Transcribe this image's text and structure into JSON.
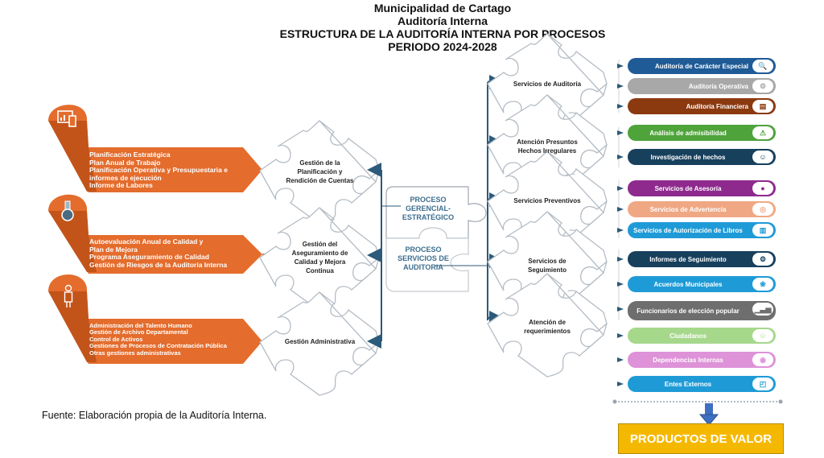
{
  "header": {
    "line1": "Municipalidad de Cartago",
    "line2": "Auditoría Interna",
    "line3": "ESTRUCTURA DE LA AUDITORÍA INTERNA POR PROCESOS",
    "line4": "PERIODO 2024-2028"
  },
  "left_groups": [
    {
      "icon": "dashboard-devices-icon",
      "items": [
        "Planificación Estratégica",
        "Plan Anual de Trabajo",
        "Planificación Operativa y Presupuestaria e",
        "informes de ejecución",
        "Informe de Labores"
      ]
    },
    {
      "icon": "medal-icon",
      "items": [
        "Autoevaluación Anual de Calidad y",
        "Plan de Mejora",
        "Programa Aseguramiento de Calidad",
        "Gestión de Riesgos de la Auditoría Interna"
      ]
    },
    {
      "icon": "person-icon",
      "items": [
        "Administración del Talento Humano",
        "Gestión de Archivo Departamental",
        "Control de Activos",
        "Gestiones de Procesos de Contratación Pública",
        "Otras gestiones administrativas"
      ]
    }
  ],
  "left_puzzles": [
    "Gestión de la Planificación y Rendición de Cuentas",
    "Gestión del Aseguramiento de Calidad y Mejora Continua",
    "Gestión Administrativa"
  ],
  "center": {
    "top": "PROCESO GERENCIAL-ESTRATÉGICO",
    "bottom": "PROCESO SERVICIOS DE AUDITORIA"
  },
  "right_puzzles": [
    "Servicios de Auditoría",
    "Atención Presuntos Hechos Irregulares",
    "Servicios Preventivos",
    "Servicios de Seguimiento",
    "Atención de requerimientos"
  ],
  "products": [
    {
      "label": "Auditoría de Carácter Especial",
      "color": "#1f5b96",
      "icon": "magnifier-person-icon"
    },
    {
      "label": "Auditoría Operativa",
      "color": "#a8a8a8",
      "icon": "gears-icon"
    },
    {
      "label": "Auditoría Financiera",
      "color": "#8b3a10",
      "icon": "money-chart-icon"
    },
    {
      "label": "Análisis de admisibilidad",
      "color": "#4ea33a",
      "icon": "warning-icon"
    },
    {
      "label": "Investigación de hechos",
      "color": "#17405d",
      "icon": "investigator-icon"
    },
    {
      "label": "Servicios de Asesoría",
      "color": "#8e2a8e",
      "icon": "advice-icon"
    },
    {
      "label": "Servicios de Advertencia",
      "color": "#f0a884",
      "icon": "alert-eye-icon"
    },
    {
      "label": "Servicios de Autorización de Libros",
      "color": "#1e9bd7",
      "icon": "books-icon"
    },
    {
      "label": "Informes de Seguimiento",
      "color": "#17405d",
      "icon": "gear-icon"
    },
    {
      "label": "Acuerdos Municipales",
      "color": "#1e9bd7",
      "icon": "group-icon"
    },
    {
      "label": "Funcionarios de elección popular",
      "color": "#6e6e6e",
      "icon": "bar-chart-icon"
    },
    {
      "label": "Ciudadanos",
      "color": "#a6d88c",
      "icon": "people-icon"
    },
    {
      "label": "Dependencias Internas",
      "color": "#de92d8",
      "icon": "building-icon"
    },
    {
      "label": "Entes Externos",
      "color": "#1e9bd7",
      "icon": "stairs-chart-icon"
    }
  ],
  "result": "PRODUCTOS DE VALOR",
  "source": "Fuente: Elaboración propia de la Auditoría Interna."
}
